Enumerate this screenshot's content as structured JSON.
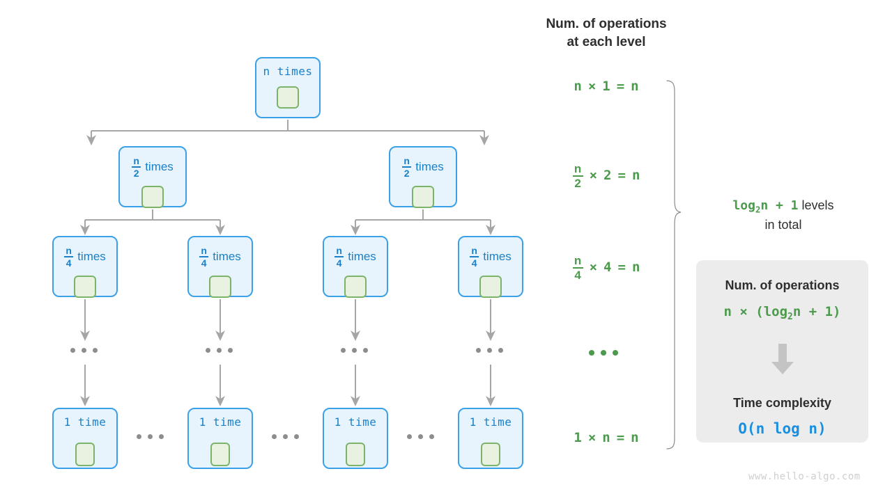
{
  "theme": {
    "node_fill": "#e8f4fd",
    "node_border": "#3aa0e8",
    "node_text": "#1a80c8",
    "inner_fill": "#e9f1e0",
    "inner_border": "#7cb36b",
    "wire": "#a6a6a6",
    "green": "#4c9a4c",
    "blue": "#1a8fe0",
    "card_bg": "#ececec",
    "dark_text": "#2e2e2e",
    "watermark": "#cfcfcf"
  },
  "tree": {
    "levels": [
      {
        "level": 1,
        "nodes": [
          {
            "label_text": "n times",
            "mono": true,
            "fraction": null,
            "word": null
          }
        ]
      },
      {
        "level": 2,
        "nodes": [
          {
            "label_text": "n/2 times",
            "mono": false,
            "fraction": {
              "num": "n",
              "den": "2"
            },
            "word": "times"
          },
          {
            "label_text": "n/2 times",
            "mono": false,
            "fraction": {
              "num": "n",
              "den": "2"
            },
            "word": "times"
          }
        ]
      },
      {
        "level": 3,
        "nodes": [
          {
            "label_text": "n/4 times",
            "mono": false,
            "fraction": {
              "num": "n",
              "den": "4"
            },
            "word": "times"
          },
          {
            "label_text": "n/4 times",
            "mono": false,
            "fraction": {
              "num": "n",
              "den": "4"
            },
            "word": "times"
          },
          {
            "label_text": "n/4 times",
            "mono": false,
            "fraction": {
              "num": "n",
              "den": "4"
            },
            "word": "times"
          },
          {
            "label_text": "n/4 times",
            "mono": false,
            "fraction": {
              "num": "n",
              "den": "4"
            },
            "word": "times"
          }
        ]
      },
      {
        "level": 4,
        "nodes": [
          {
            "label_text": "1 time",
            "mono": true,
            "fraction": null,
            "word": null
          },
          {
            "label_text": "1 time",
            "mono": true,
            "fraction": null,
            "word": null
          },
          {
            "label_text": "1 time",
            "mono": true,
            "fraction": null,
            "word": null
          },
          {
            "label_text": "1 time",
            "mono": true,
            "fraction": null,
            "word": null
          }
        ]
      }
    ],
    "ellipsis_symbol": "..."
  },
  "right_column": {
    "title": "Num. of operations\nat each level",
    "rows": [
      {
        "id": "level1",
        "fraction": null,
        "left": "n",
        "op": "×",
        "right": "1",
        "eq": "=",
        "result": "n"
      },
      {
        "id": "level2",
        "fraction": {
          "num": "n",
          "den": "2"
        },
        "left": null,
        "op": "×",
        "right": "2",
        "eq": "=",
        "result": "n"
      },
      {
        "id": "level3",
        "fraction": {
          "num": "n",
          "den": "4"
        },
        "left": null,
        "op": "×",
        "right": "4",
        "eq": "=",
        "result": "n"
      },
      {
        "id": "ellipsis",
        "fraction": null,
        "left": null,
        "op": null,
        "right": null,
        "eq": null,
        "result": null
      },
      {
        "id": "level4",
        "fraction": null,
        "left": "1",
        "op": "×",
        "right": "n",
        "eq": "=",
        "result": "n"
      }
    ]
  },
  "levels_note": {
    "expr_prefix": "log",
    "expr_sub": "2",
    "expr_suffix": "n + 1",
    "text_line1": "levels",
    "text_line2": "in total"
  },
  "summary_card": {
    "heading_operations": "Num. of operations",
    "expr_prefix": "n × (log",
    "expr_sub": "2",
    "expr_suffix": "n + 1)",
    "heading_complexity": "Time complexity",
    "result": "O(n log n)"
  },
  "watermark": "www.hello-algo.com"
}
